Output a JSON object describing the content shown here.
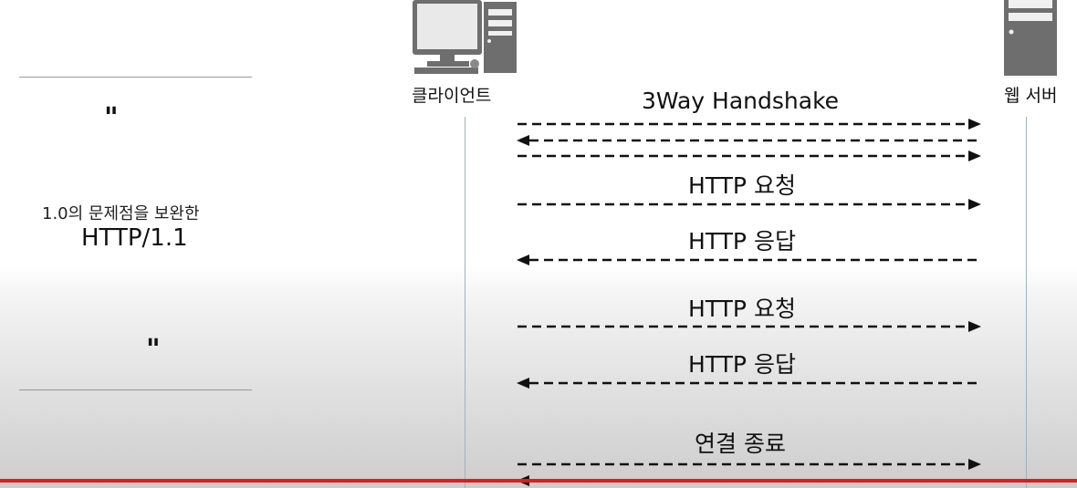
{
  "left_panel": {
    "quote_top": "\"",
    "subtitle": "1.0의 문제점을 보완한",
    "title": "HTTP/1.1",
    "quote_bottom": "\""
  },
  "actors": {
    "client_label": "클라이언트",
    "server_label": "웹 서버"
  },
  "messages": [
    {
      "label": "3Way Handshake",
      "arrows": [
        "right",
        "left",
        "right"
      ]
    },
    {
      "label": "HTTP 요청",
      "arrows": [
        "right"
      ]
    },
    {
      "label": "HTTP 응답",
      "arrows": [
        "left"
      ]
    },
    {
      "label": "HTTP 요청",
      "arrows": [
        "right"
      ]
    },
    {
      "label": "HTTP 응답",
      "arrows": [
        "left"
      ]
    },
    {
      "label": "연결 종료",
      "arrows": [
        "right",
        "left"
      ]
    }
  ],
  "icons": {
    "client": "desktop-computer-icon",
    "server": "server-tower-icon"
  },
  "colors": {
    "accent_bar": "#e41b1b",
    "lifeline": "#9fb1c4"
  }
}
